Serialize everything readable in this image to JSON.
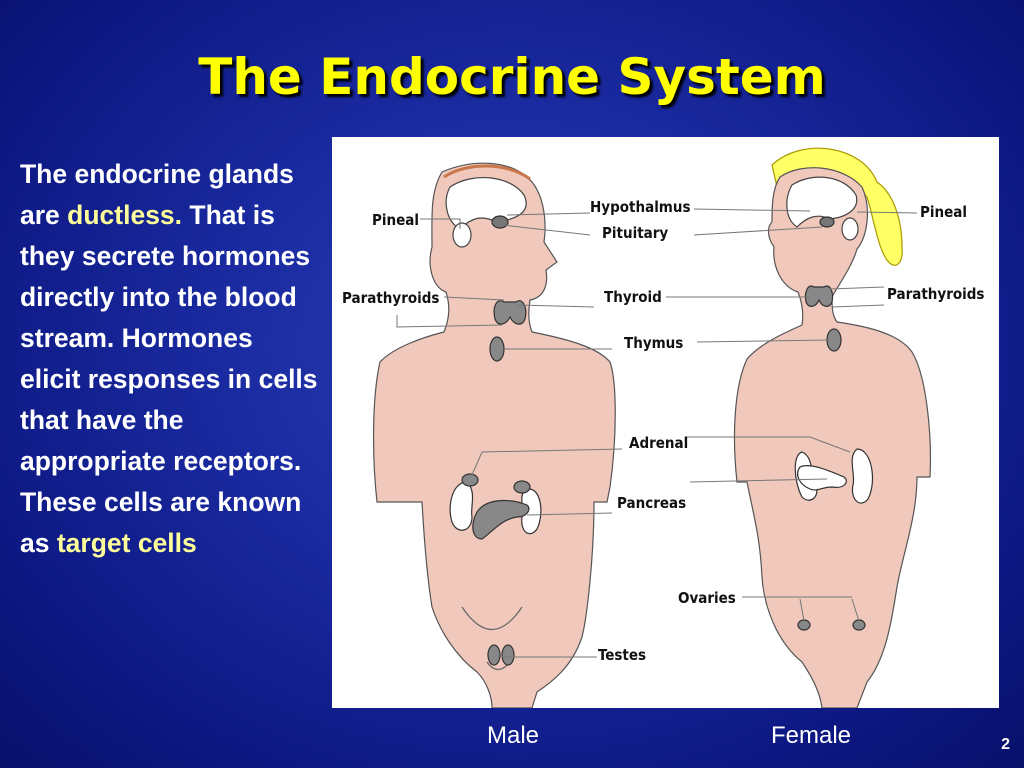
{
  "slide": {
    "title": "The Endocrine System",
    "text": {
      "p1": "The endocrine glands are ",
      "h1": "ductless.",
      "p2": "  That is they secrete hormones directly into the blood stream.  Hormones elicit responses in cells that have the appropriate receptors.  These cells are known as ",
      "h2": "target cells"
    },
    "captions": {
      "male": "Male",
      "female": "Female"
    },
    "page_number": "2"
  },
  "figure": {
    "labels": {
      "pineal_left": "Pineal",
      "hypothalmus": "Hypothalmus",
      "pituitary": "Pituitary",
      "pineal_right": "Pineal",
      "parathyroids_left": "Parathyroids",
      "thyroid": "Thyroid",
      "parathyroids_right": "Parathyroids",
      "thymus": "Thymus",
      "adrenal": "Adrenal",
      "pancreas": "Pancreas",
      "ovaries": "Ovaries",
      "testes": "Testes"
    }
  },
  "colors": {
    "background": "#1a2aa0",
    "title": "#ffff00",
    "highlight": "#ffff99",
    "skin": "#f0c8bc",
    "hair_female": "#ffff66",
    "hair_male": "#c8784a"
  }
}
